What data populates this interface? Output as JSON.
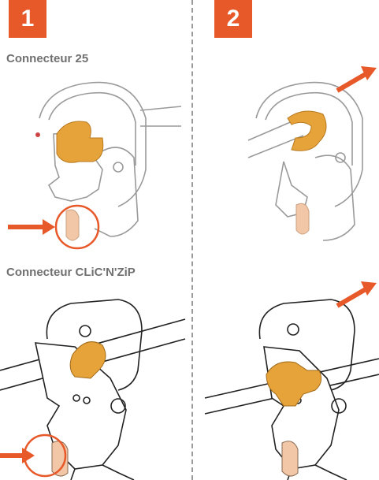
{
  "steps": [
    {
      "number": "1"
    },
    {
      "number": "2"
    }
  ],
  "sections": [
    {
      "label": "Connecteur 25"
    },
    {
      "label": "Connecteur CLiC'N'ZiP"
    }
  ],
  "colors": {
    "accent": "#e8592a",
    "part_highlight": "#e6a33a",
    "skin": "#f2c7a8",
    "line": "#777777",
    "divider": "#9a9a9a"
  },
  "icons": [
    "arrow-right-icon",
    "arrow-up-right-icon",
    "circle-highlight-icon"
  ]
}
